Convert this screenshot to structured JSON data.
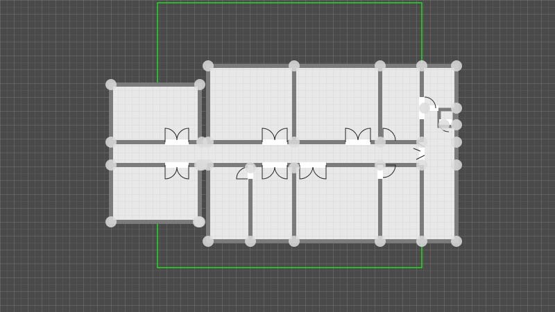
{
  "editor": {
    "background_color": "#4a4a4a",
    "grid_color": "#6a6a6a",
    "grid_major_color": "#8a8a8a",
    "selection_color": "#22dd22",
    "floor_color": "#e6e6e6",
    "wall_color": "#7a7a7a",
    "node_color": "#dcdcdc",
    "door_color": "#222222"
  },
  "floor_plan": {
    "rooms_count": 13,
    "doors_count": 14,
    "wall_nodes_count": 38
  }
}
